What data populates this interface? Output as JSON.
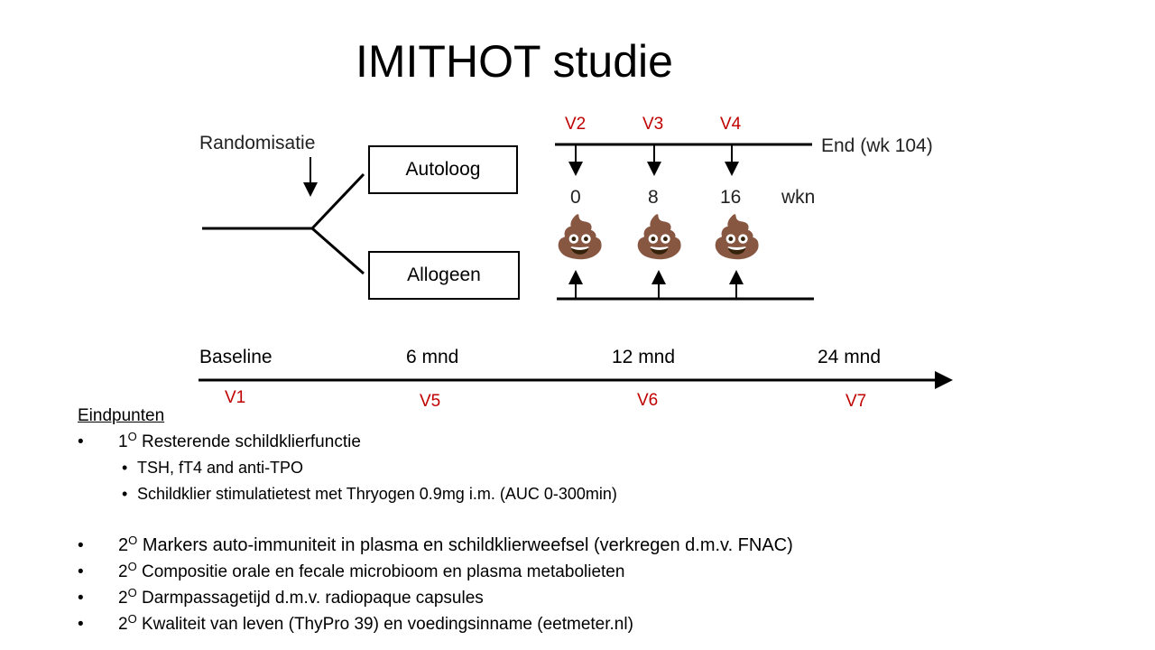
{
  "title": "IMITHOT studie",
  "diagram": {
    "randomisation_label": "Randomisatie",
    "arms": [
      {
        "label": "Autoloog"
      },
      {
        "label": "Allogeen"
      }
    ],
    "visits_top": [
      "V2",
      "V3",
      "V4"
    ],
    "end_label": "End (wk 104)",
    "weeks": [
      "0",
      "8",
      "16"
    ],
    "weeks_unit": "wkn",
    "stool_icon": "pile-of-poo-emoji",
    "stool_glyph": "💩",
    "timeline": [
      {
        "label": "Baseline",
        "visit": "V1"
      },
      {
        "label": "6 mnd",
        "visit": "V5"
      },
      {
        "label": "12 mnd",
        "visit": "V6"
      },
      {
        "label": "24 mnd",
        "visit": "V7"
      }
    ],
    "colors": {
      "visit_red": "#c00000",
      "line": "#000000"
    }
  },
  "endpoints": {
    "heading": "Eindpunten",
    "primary": {
      "order": "1",
      "order_suffix": "O",
      "text": "Resterende schildklierfunctie",
      "sub": [
        "TSH, fT4 and anti-TPO",
        "Schildklier stimulatietest met Thryogen 0.9mg i.m. (AUC 0-300min)"
      ]
    },
    "secondary": [
      {
        "order": "2",
        "order_suffix": "O",
        "text": "Markers auto-immuniteit in plasma en schildklierweefsel (verkregen d.m.v. FNAC)"
      },
      {
        "order": "2",
        "order_suffix": "O",
        "text": "Compositie orale en fecale microbioom en plasma metabolieten"
      },
      {
        "order": "2",
        "order_suffix": "O",
        "text": "Darmpassagetijd d.m.v. radiopaque capsules"
      },
      {
        "order": "2",
        "order_suffix": "O",
        "text": "Kwaliteit van leven (ThyPro 39) en voedingsinname (eetmeter.nl)"
      }
    ]
  }
}
